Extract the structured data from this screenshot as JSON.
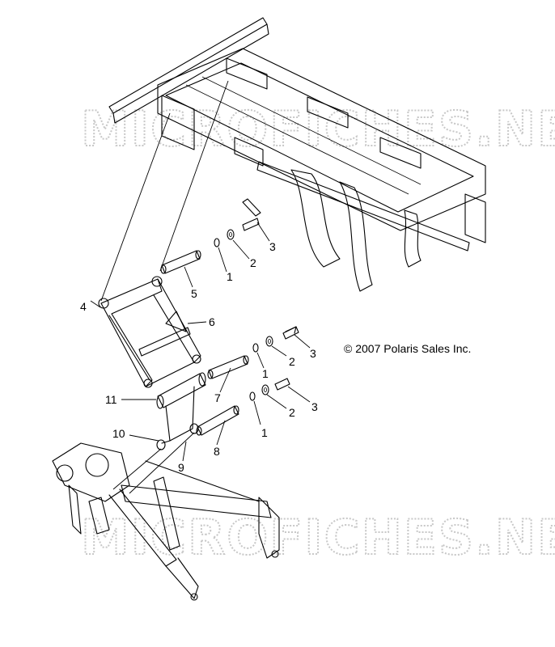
{
  "watermark": "MICROFICHES.NET",
  "copyright": "© 2007 Polaris Sales Inc.",
  "callouts": {
    "c1a": "1",
    "c2a": "2",
    "c3a": "3",
    "c4": "4",
    "c5": "5",
    "c6": "6",
    "c1b": "1",
    "c2b": "2",
    "c3b": "3",
    "c7": "7",
    "c1c": "1",
    "c2c": "2",
    "c3c": "3",
    "c8": "8",
    "c9": "9",
    "c10": "10",
    "c11": "11"
  }
}
